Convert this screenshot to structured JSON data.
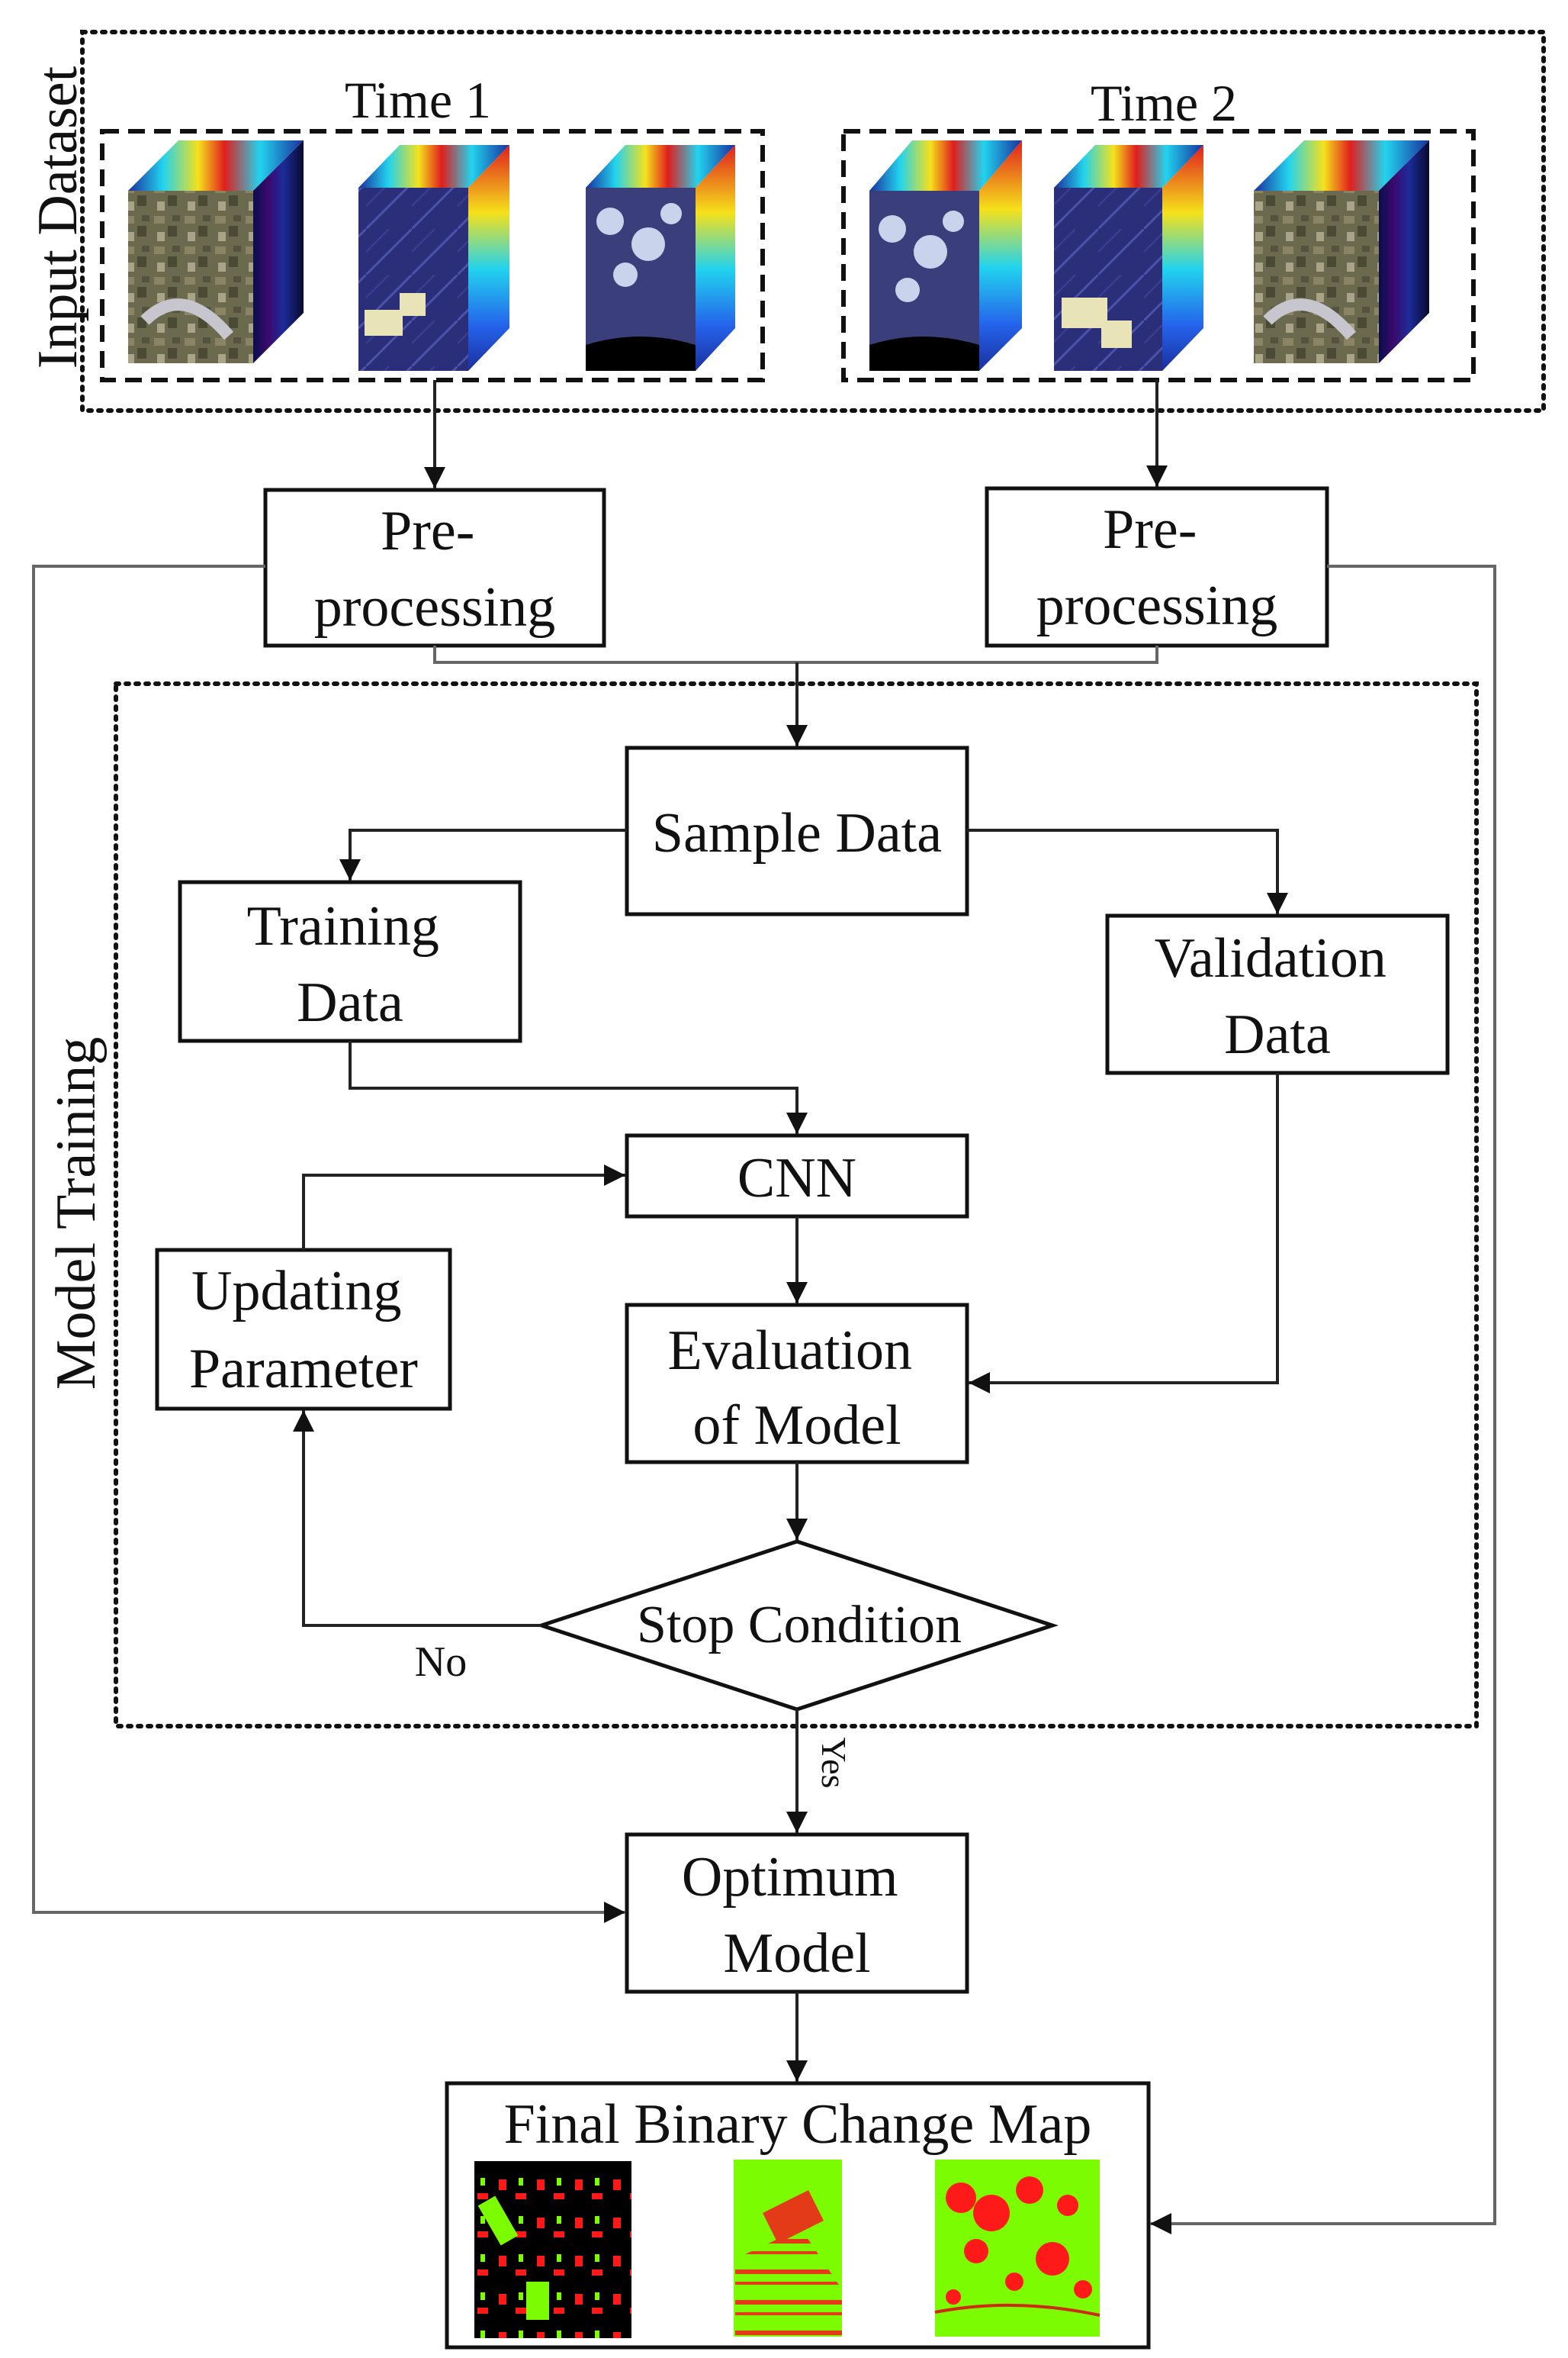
{
  "groups": {
    "input_dataset": "Input Dataset",
    "model_training": "Model  Training",
    "time1": "Time 1",
    "time2": "Time 2"
  },
  "nodes": {
    "preprocessing_left": [
      "Pre-",
      "processing"
    ],
    "preprocessing_right": [
      "Pre-",
      "processing"
    ],
    "sample_data": [
      "Sample Data"
    ],
    "training_data": [
      "Training",
      "Data"
    ],
    "validation_data": [
      "Validation",
      "Data"
    ],
    "cnn": [
      "CNN"
    ],
    "updating_parameter": [
      "Updating",
      "Parameter"
    ],
    "evaluation_of_model": [
      "Evaluation",
      "of Model"
    ],
    "stop_condition": [
      "Stop Condition"
    ],
    "optimum_model": [
      "Optimum",
      "Model"
    ]
  },
  "edges": {
    "no": "No",
    "yes": "Yes"
  },
  "output": {
    "title": "Final Binary Change Map"
  },
  "colors": {
    "change": "#ff1a1a",
    "no_change": "#7cfc00",
    "background_black": "#000000",
    "cube_blue": "#1a2f9e",
    "cube_cyan": "#22d3ee",
    "cube_yellow": "#f5e11b",
    "cube_red": "#e01e1e"
  }
}
